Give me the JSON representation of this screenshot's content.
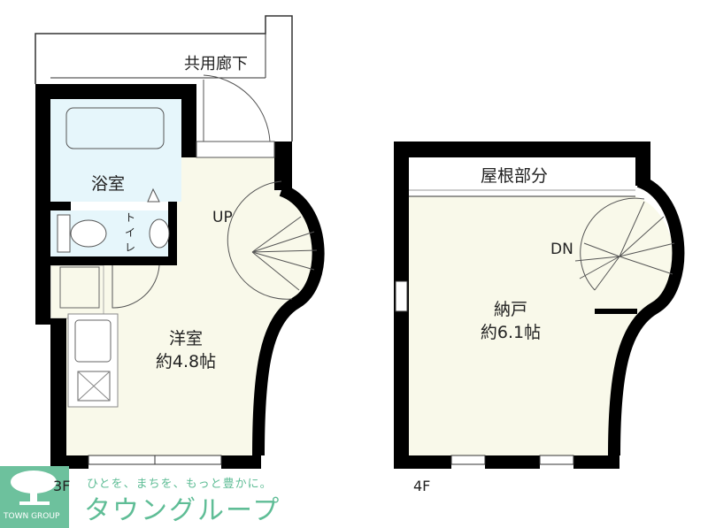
{
  "floor3": {
    "label": "3F",
    "corridor": "共用廊下",
    "bath": "浴室",
    "toilet": "トイレ",
    "stairs": "UP",
    "room_name": "洋室",
    "room_size": "約4.8帖"
  },
  "floor4": {
    "label": "4F",
    "roof": "屋根部分",
    "stairs": "DN",
    "room_name": "納戸",
    "room_size": "約6.1帖"
  },
  "logo": {
    "company_en": "TOWN GROUP",
    "tagline": "ひとを、まちを、もっと豊かに。",
    "brand": "タウングループ"
  },
  "colors": {
    "room": "#f9f9ea",
    "bath": "#e6f6fb",
    "wall": "#000000",
    "brand": "#6dc19d"
  }
}
